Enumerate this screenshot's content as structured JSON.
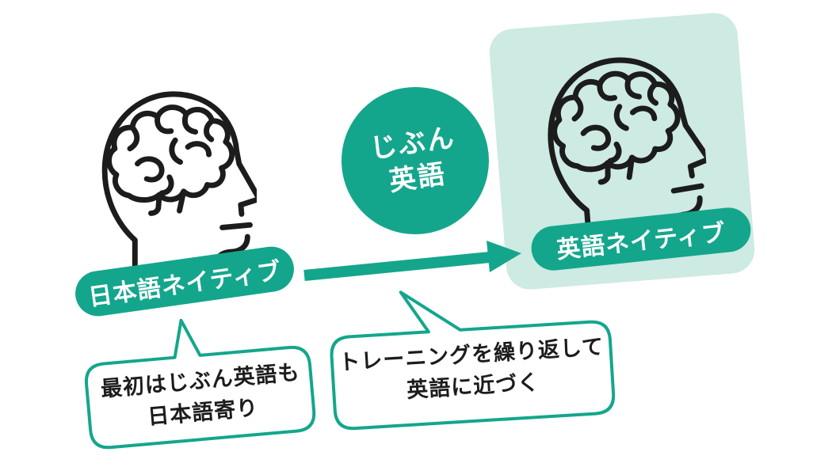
{
  "colors": {
    "teal": "#14a68c",
    "mint": "#cdeae3",
    "ink": "#1c1c1c",
    "white": "#ffffff"
  },
  "flow": {
    "from_label": "日本語ネイティブ",
    "to_label": "英語ネイティブ",
    "via_circle": {
      "line1": "じぶん",
      "line2": "英語"
    }
  },
  "icons": {
    "left_head": "head-with-brain-icon",
    "right_head": "head-with-brain-icon",
    "arrow": "arrow-right-icon"
  },
  "bubbles": {
    "left": {
      "line1": "最初はじぶん英語も",
      "line2": "日本語寄り"
    },
    "right": {
      "line1": "トレーニングを繰り返して",
      "line2": "英語に近づく"
    }
  }
}
